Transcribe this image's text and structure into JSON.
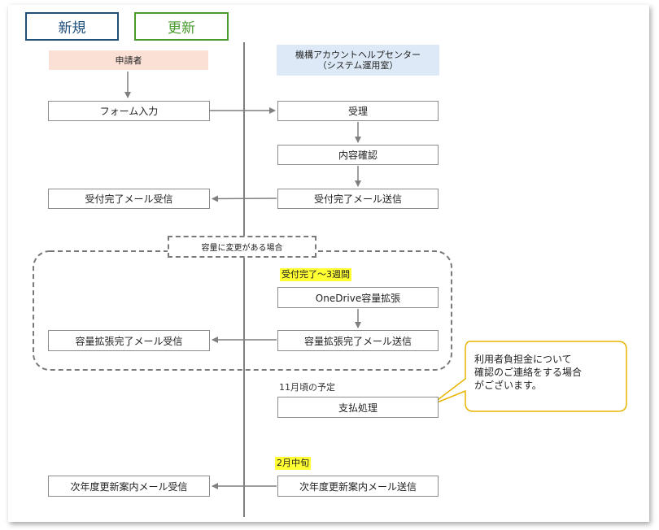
{
  "tabs": {
    "new": "新規",
    "renew": "更新"
  },
  "lanes": {
    "applicant": "申請者",
    "helpcenter_line1": "機構アカウントヘルプセンター",
    "helpcenter_line2": "（システム運用室）"
  },
  "steps": {
    "form_input": "フォーム入力",
    "receipt": "受理",
    "content_check": "内容確認",
    "accept_mail_send": "受付完了メール送信",
    "accept_mail_receive": "受付完了メール受信",
    "capacity_condition": "容量に変更がある場合",
    "capacity_timing": "受付完了～3週間",
    "onedrive_expand": "OneDrive容量拡張",
    "expand_mail_send": "容量拡張完了メール送信",
    "expand_mail_receive": "容量拡張完了メール受信",
    "payment_timing": "11月頃の予定",
    "payment": "支払処理",
    "renewal_timing": "2月中旬",
    "renewal_mail_send": "次年度更新案内メール送信",
    "renewal_mail_receive": "次年度更新案内メール受信"
  },
  "callout": {
    "text": "利用者負担金について\n確認のご連絡をする場合\nがございます。"
  },
  "colors": {
    "tab_new": "#1f4e79",
    "tab_renew": "#4a9a2e",
    "applicant_fill": "#fbe0d6",
    "helpcenter_fill": "#dde9f6",
    "highlight": "#ffff33",
    "callout_border": "#e8b400",
    "arrow": "#7f7f7f"
  }
}
